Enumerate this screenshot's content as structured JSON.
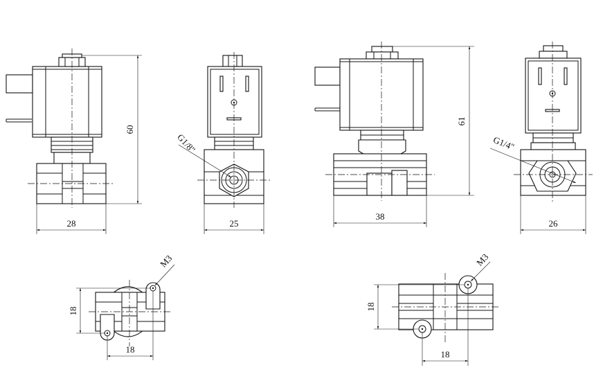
{
  "drawing": {
    "view_a": {
      "height_dim": "60",
      "width_dim": "28"
    },
    "view_b": {
      "thread": "G1/8\"",
      "width_dim": "25"
    },
    "view_c": {
      "height_dim": "61",
      "width_dim": "38"
    },
    "view_d": {
      "thread": "G1/4\"",
      "width_dim": "26"
    },
    "bottom_left": {
      "screw": "M3",
      "height_dim": "18",
      "width_dim": "18"
    },
    "bottom_right": {
      "screw": "M3",
      "height_dim": "18",
      "width_dim": "18"
    }
  }
}
